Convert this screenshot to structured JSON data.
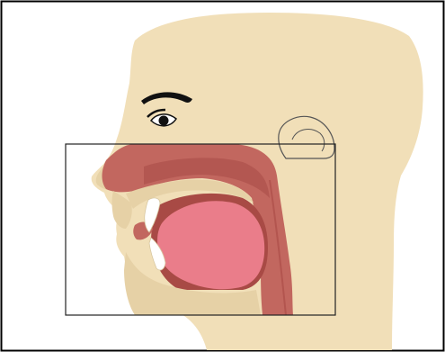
{
  "figure": {
    "subject": "head-sagittal-section",
    "colors": {
      "skin": "#f1dfb8",
      "skin_shadow": "#e0c99a",
      "airway": "#c2675f",
      "airway_dark": "#a84a45",
      "tongue": "#ea7d8a",
      "teeth": "#ffffff",
      "outline": "#222222",
      "frame_border": "#000000"
    },
    "regions": [
      "head-profile",
      "nasal-cavity",
      "oral-cavity",
      "tongue",
      "upper-teeth",
      "lower-teeth",
      "lips",
      "pharynx",
      "ear",
      "eye",
      "eyebrow",
      "zoom-box"
    ]
  }
}
